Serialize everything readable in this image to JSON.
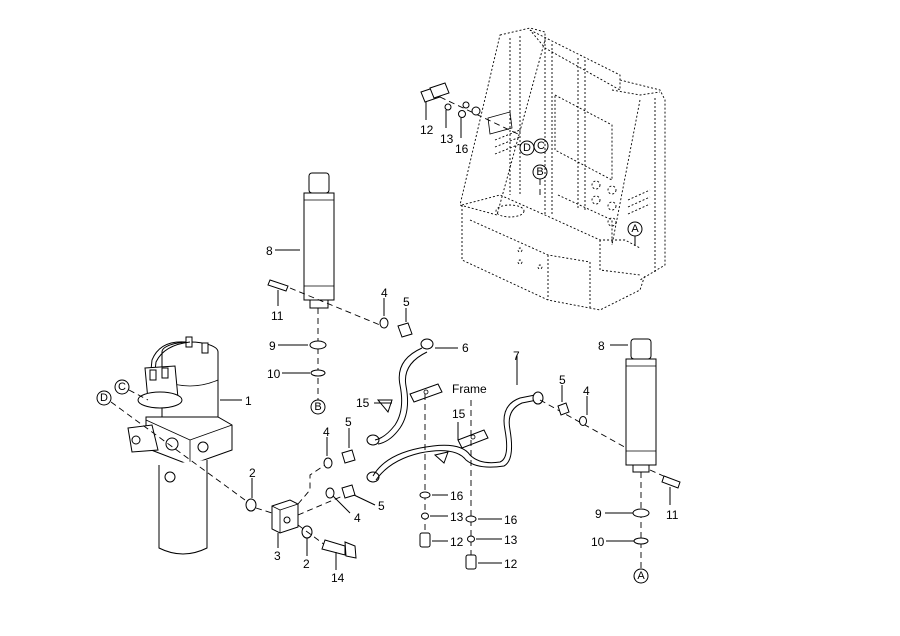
{
  "diagram": {
    "type": "exploded-parts-diagram",
    "background": "#ffffff",
    "line_color": "#000000",
    "labels": {
      "frame": "Frame"
    },
    "callouts": {
      "p1": "1",
      "p2a": "2",
      "p2b": "2",
      "p3": "3",
      "p4a": "4",
      "p4b": "4",
      "p4c": "4",
      "p4d": "4",
      "p5a": "5",
      "p5b": "5",
      "p5c": "5",
      "p5d": "5",
      "p6": "6",
      "p7": "7",
      "p8a": "8",
      "p8b": "8",
      "p9a": "9",
      "p9b": "9",
      "p10a": "10",
      "p10b": "10",
      "p11a": "11",
      "p11b": "11",
      "p12a": "12",
      "p12b": "12",
      "p12c": "12",
      "p13a": "13",
      "p13b": "13",
      "p13c": "13",
      "p14": "14",
      "p15a": "15",
      "p15b": "15",
      "p16a": "16",
      "p16b": "16",
      "p16c": "16"
    },
    "references": {
      "A_frame": "A",
      "A_cyl": "A",
      "B_frame": "B",
      "B_cyl": "B",
      "C_frame": "C",
      "C_pump": "C",
      "D_frame": "D",
      "D_pump": "D"
    }
  }
}
